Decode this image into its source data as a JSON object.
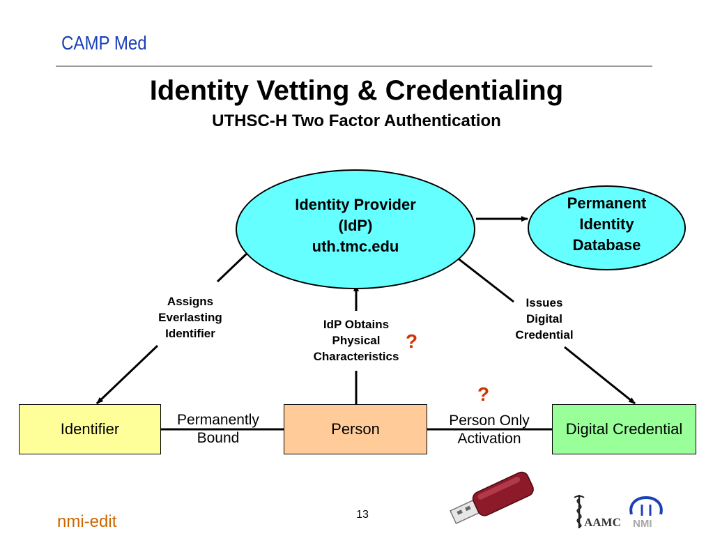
{
  "header": {
    "brand": "CAMP Med"
  },
  "slide": {
    "title": "Identity Vetting & Credentialing",
    "subtitle": "UTHSC-H Two Factor Authentication"
  },
  "diagram": {
    "idp": {
      "line1": "Identity Provider",
      "line2": "(IdP)",
      "line3": "uth.tmc.edu"
    },
    "permanent_db": {
      "line1": "Permanent",
      "line2": "Identity",
      "line3": "Database"
    },
    "identifier_box": "Identifier",
    "person_box": "Person",
    "digital_credential_box": "Digital Credential",
    "assigns_label": "Assigns\nEverlasting\nIdentifier",
    "obtains_label": "IdP Obtains\nPhysical\nCharacteristics",
    "issues_label": "Issues\nDigital\nCredential",
    "bound_label": "Permanently\nBound",
    "activation_label": "Person Only\nActivation",
    "question_mark_1": "?",
    "question_mark_2": "?"
  },
  "colors": {
    "ellipse_fill": "#66ffff",
    "identifier_fill": "#ffff99",
    "person_fill": "#ffcc99",
    "credential_fill": "#99ff99",
    "question_mark": "#cc3300",
    "brand_blue": "#1a3fb8",
    "footer_orange": "#cc6600"
  },
  "footer": {
    "brand": "nmi-edit",
    "page_number": "13",
    "aamc_logo_text": "AAMC",
    "nmi_logo_text": "NMI"
  },
  "icons": [
    "usb-token-icon",
    "caduceus-icon",
    "nmi-logo-icon"
  ]
}
